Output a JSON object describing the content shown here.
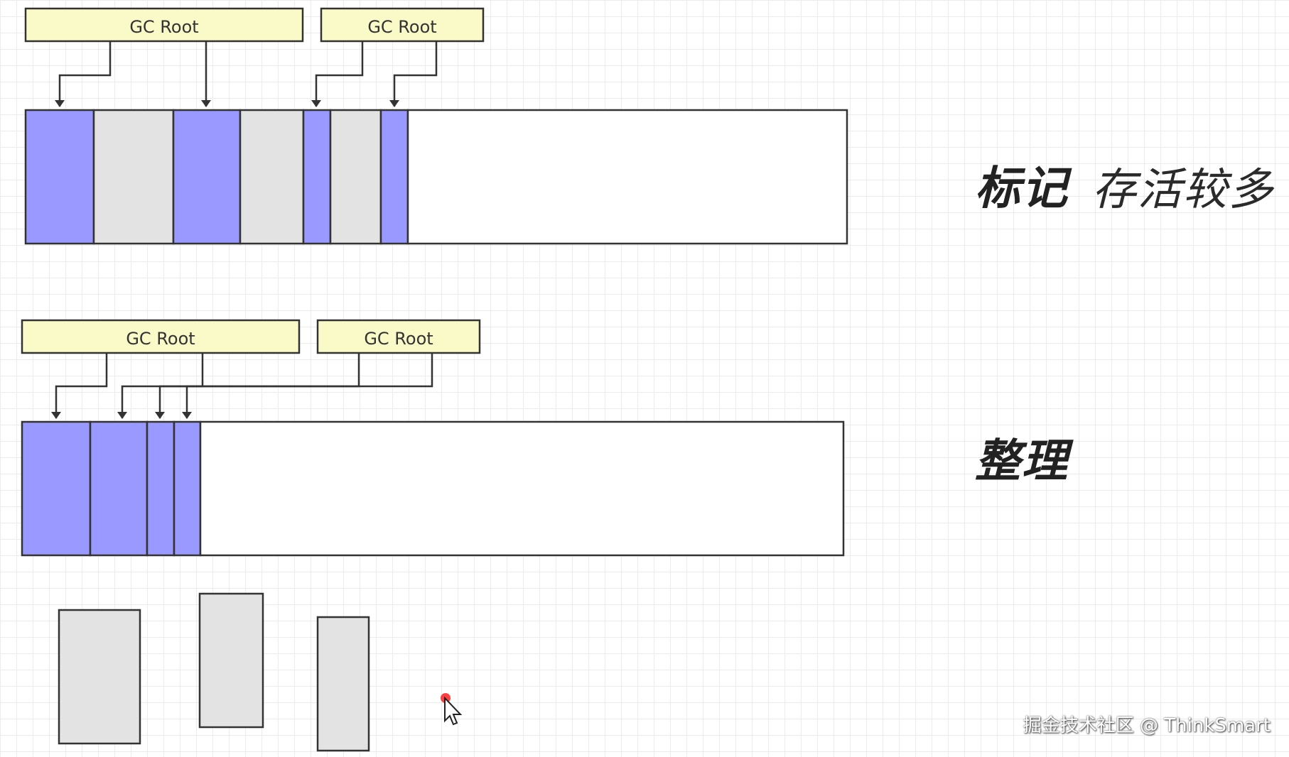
{
  "colors": {
    "live_object": "#9999ff",
    "dead_object": "#e3e3e3",
    "root_fill": "#fafac8",
    "outline": "#333333",
    "cursor_dot": "#ff2a2a"
  },
  "mark_phase": {
    "title": "标记",
    "note": "存活较多",
    "roots": [
      {
        "label": "GC Root"
      },
      {
        "label": "GC Root"
      }
    ],
    "heap_cells": [
      "live",
      "dead",
      "live",
      "dead",
      "live",
      "dead",
      "live",
      "free"
    ]
  },
  "compact_phase": {
    "title": "整理",
    "roots": [
      {
        "label": "GC Root"
      },
      {
        "label": "GC Root"
      }
    ],
    "heap_cells": [
      "live",
      "live",
      "live",
      "live",
      "free"
    ]
  },
  "freed_objects": [
    "dead",
    "dead",
    "dead"
  ],
  "watermark": "掘金技术社区 @ ThinkSmart",
  "icons": {
    "cursor": "arrow-cursor-icon"
  }
}
